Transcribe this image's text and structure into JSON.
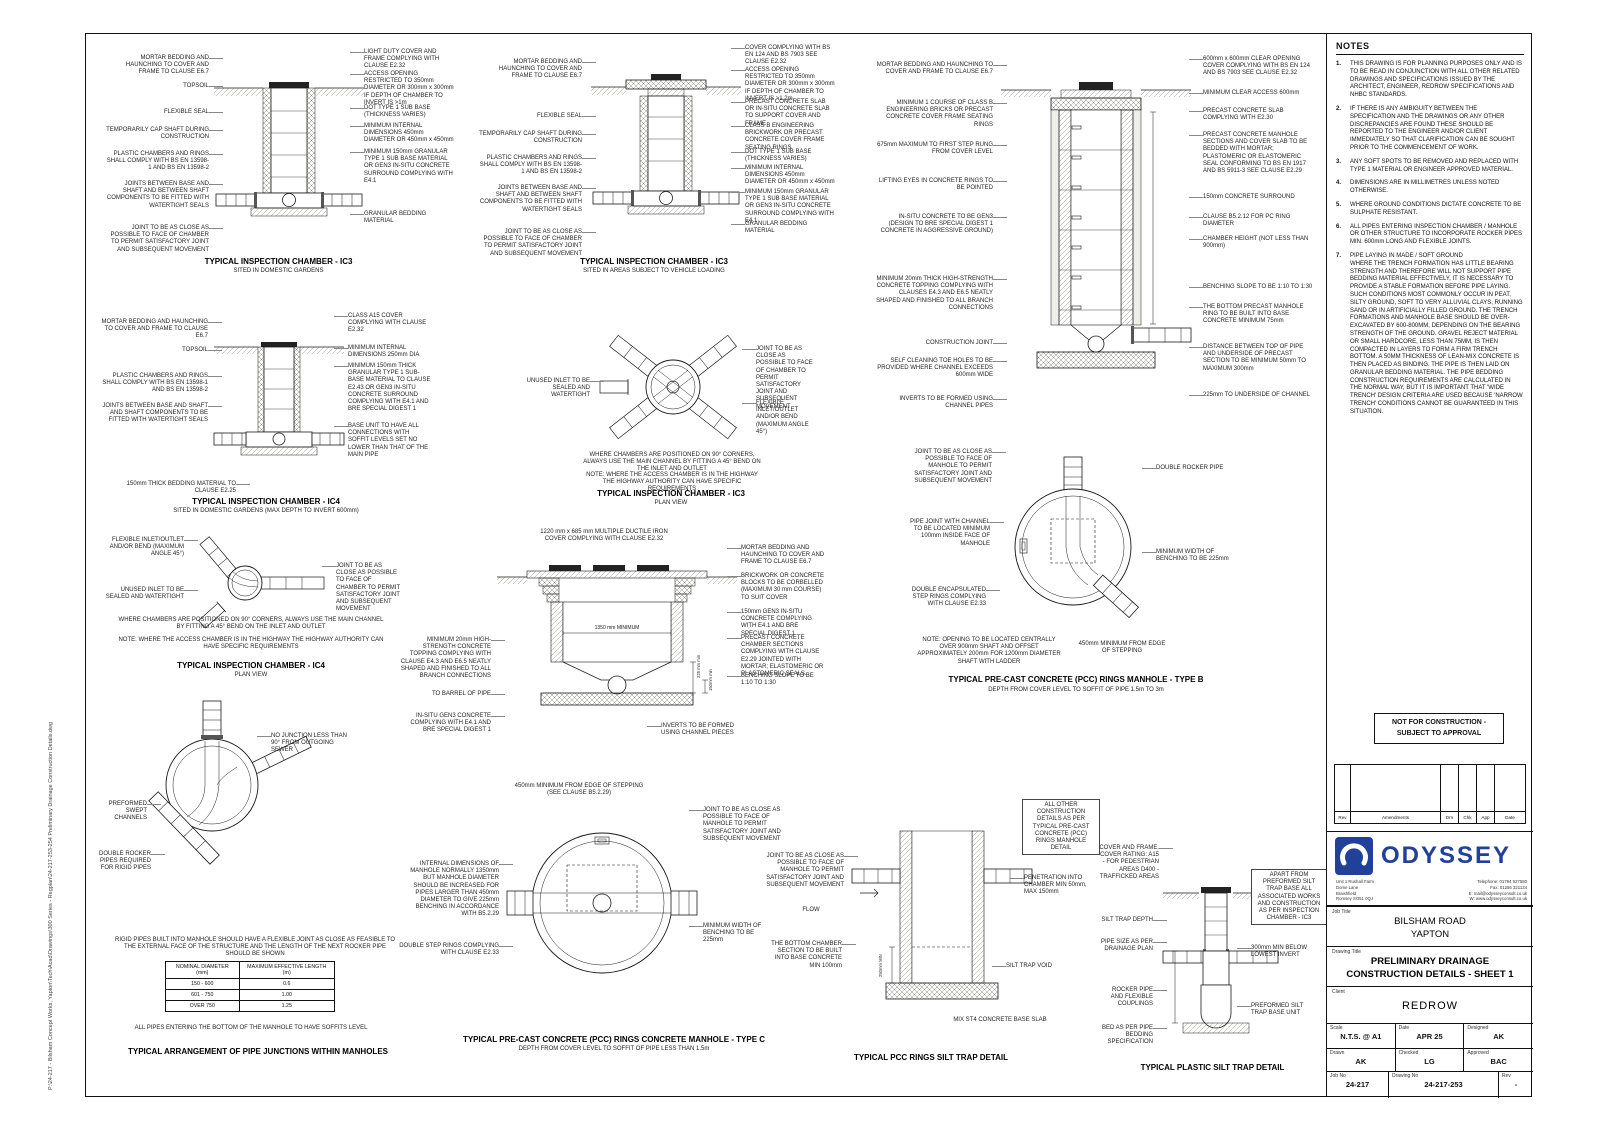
{
  "sheet": {
    "file_path": "P:\\24-217 - Bilsham Concept Works, Yapton\\Tech\\Acad\\Drawings\\300 Series - Regplan\\24-217-253-254 Preliminary Drainage Construction Details.dwg"
  },
  "notes": {
    "title": "NOTES",
    "items": [
      {
        "n": "1.",
        "text": "THIS DRAWING IS FOR PLANNING PURPOSES ONLY AND IS TO BE READ IN CONJUNCTION WITH ALL OTHER RELATED DRAWINGS AND SPECIFICATIONS ISSUED BY THE ARCHITECT, ENGINEER, REDROW SPECIFICATIONS AND NHBC STANDARDS."
      },
      {
        "n": "2.",
        "text": "IF THERE IS ANY AMBIGUITY BETWEEN THE SPECIFICATION AND THE DRAWINGS OR ANY OTHER DISCREPANCIES ARE FOUND THESE SHOULD BE REPORTED TO THE ENGINEER AND/OR CLIENT IMMEDIATELY SO THAT CLARIFICATION CAN BE SOUGHT PRIOR TO THE COMMENCEMENT OF WORK."
      },
      {
        "n": "3.",
        "text": "ANY SOFT SPOTS TO BE REMOVED AND REPLACED WITH TYPE 1 MATERIAL OR ENGINEER APPROVED MATERIAL."
      },
      {
        "n": "4.",
        "text": "DIMENSIONS ARE IN MILLIMETRES UNLESS NOTED OTHERWISE."
      },
      {
        "n": "5.",
        "text": "WHERE GROUND CONDITIONS DICTATE CONCRETE TO BE SULPHATE RESISTANT."
      },
      {
        "n": "6.",
        "text": "ALL PIPES ENTERING INSPECTION CHAMBER / MANHOLE OR OTHER STRUCTURE TO INCORPORATE ROCKER PIPES MIN. 600mm LONG AND FLEXIBLE JOINTS."
      },
      {
        "n": "7.",
        "text": "PIPE LAYING IN MADE / SOFT GROUND\nWHERE THE TRENCH FORMATION HAS LITTLE BEARING STRENGTH AND THEREFORE WILL NOT SUPPORT PIPE BEDDING MATERIAL EFFECTIVELY, IT IS NECESSARY TO PROVIDE A STABLE FORMATION BEFORE PIPE LAYING. SUCH CONDITIONS MOST COMMONLY OCCUR IN PEAT, SILTY GROUND, SOFT TO VERY ALLUVIAL CLAYS, RUNNING SAND OR IN ARTIFICIALLY FILLED GROUND. THE TRENCH FORMATIONS AND MANHOLE BASE SHOULD BE OVER-EXCAVATED BY 600-800MM, DEPENDING ON THE BEARING STRENGTH OF THE GROUND. GRAVEL REJECT MATERIAL OR SMALL HARDCORE, LESS THAN 75MM, IS THEN COMPACTED IN LAYERS TO FORM A FIRM TRENCH BOTTOM. A 50MM THICKNESS OF LEAN-MIX CONCRETE IS THEN PLACED AS BINDING. THE PIPE IS THEN LAID ON GRANULAR BEDDING MATERIAL. THE PIPE BEDDING CONSTRUCTION REQUIREMENTS ARE CALCULATED IN THE NORMAL WAY, BUT IT IS IMPORTANT THAT 'WIDE TRENCH' DESIGN CRITERIA ARE USED BECAUSE 'NARROW TRENCH' CONDITIONS CANNOT BE GUARANTEED IN THIS SITUATION."
      }
    ]
  },
  "stamp": {
    "line1": "NOT FOR CONSTRUCTION -",
    "line2": "SUBJECT TO APPROVAL"
  },
  "revisions": {
    "headers": [
      "Rev",
      "Amendments",
      "Drn",
      "Chk",
      "App",
      "Date"
    ]
  },
  "logo": {
    "name": "ODYSSEY",
    "brand_color": "#20409a",
    "address": [
      "Unit 1 Rushall Farm",
      "Dome Lane",
      "Braishfield",
      "Romsey SO51 0QJ"
    ],
    "contact": [
      "Telephone: 01794 527580",
      "Fax: 01256 321134",
      "E: mail@odysseyconsult.co.uk",
      "W: www.odysseyconsult.co.uk"
    ]
  },
  "titleblock": {
    "job_title_label": "Job Title",
    "job_title_1": "BILSHAM ROAD",
    "job_title_2": "YAPTON",
    "drawing_title_label": "Drawing Title",
    "drawing_title_1": "PRELIMINARY DRAINAGE",
    "drawing_title_2": "CONSTRUCTION DETAILS - SHEET 1",
    "client_label": "Client",
    "client": "REDROW",
    "scale_label": "Scale",
    "scale": "N.T.S. @ A1",
    "date_label": "Date",
    "date": "APR 25",
    "designed_label": "Designed",
    "designed": "AK",
    "drawn_label": "Drawn",
    "drawn": "AK",
    "checked_label": "Checked",
    "checked": "LG",
    "approved_label": "Approved",
    "approved": "BAC",
    "job_no_label": "Job No",
    "job_no": "24-217",
    "drawing_no_label": "Drawing No",
    "drawing_no": "24-217-253",
    "rev_label": "Rev",
    "rev": "-"
  },
  "details": {
    "ic3_gardens": {
      "title": "TYPICAL INSPECTION CHAMBER - IC3",
      "subtitle": "SITED IN DOMESTIC GARDENS",
      "ann": [
        "MORTAR BEDDING AND HAUNCHING TO COVER AND FRAME TO CLAUSE E6.7",
        "TOPSOIL",
        "FLEXIBLE SEAL",
        "TEMPORARILY CAP SHAFT DURING CONSTRUCTION",
        "PLASTIC CHAMBERS AND RINGS SHALL COMPLY WITH BS EN 13598-1 AND BS EN 13598-2",
        "JOINTS BETWEEN BASE AND SHAFT AND BETWEEN SHAFT COMPONENTS TO BE FITTED WITH WATERTIGHT SEALS",
        "JOINT TO BE AS CLOSE AS POSSIBLE TO FACE OF CHAMBER TO PERMIT SATISFACTORY JOINT AND SUBSEQUENT MOVEMENT",
        "LIGHT DUTY COVER AND FRAME COMPLYING WITH CLAUSE E2.32",
        "ACCESS OPENING RESTRICTED TO 350mm DIAMETER OR 300mm x 300mm IF DEPTH OF CHAMBER TO INVERT IS >1m",
        "DOT TYPE 1 SUB BASE (THICKNESS VARIES)",
        "MINIMUM INTERNAL DIMENSIONS 450mm DIAMETER OR 450mm x 450mm",
        "MINIMUM 150mm GRANULAR TYPE 1 SUB BASE MATERIAL OR GEN3 IN-SITU CONCRETE SURROUND COMPLYING WITH E4.1",
        "GRANULAR BEDDING MATERIAL"
      ]
    },
    "ic3_vehicle": {
      "title": "TYPICAL INSPECTION CHAMBER - IC3",
      "subtitle": "SITED IN AREAS SUBJECT TO VEHICLE LOADING",
      "ann": [
        "MORTAR BEDDING AND HAUNCHING TO COVER AND FRAME TO CLAUSE E6.7",
        "FLEXIBLE SEAL",
        "TEMPORARILY CAP SHAFT DURING CONSTRUCTION",
        "PLASTIC CHAMBERS AND RINGS SHALL COMPLY WITH BS EN 13598-1 AND BS EN 13598-2",
        "JOINTS BETWEEN BASE AND SHAFT AND BETWEEN SHAFT COMPONENTS TO BE FITTED WITH WATERTIGHT SEALS",
        "JOINT TO BE AS CLOSE AS POSSIBLE TO FACE OF CHAMBER TO PERMIT SATISFACTORY JOINT AND SUBSEQUENT MOVEMENT",
        "COVER COMPLYING WITH BS EN 124 AND BS 7903 SEE CLAUSE E2.32",
        "ACCESS OPENING RESTRICTED TO 350mm DIAMETER OR 300mm x 300mm IF DEPTH OF CHAMBER TO INVERT IS >1.2m",
        "PRECAST CONCRETE SLAB OR IN-SITU CONCRETE SLAB TO SUPPORT COVER AND FRAME",
        "CLASS B ENGINEERING BRICKWORK OR PRECAST CONCRETE COVER FRAME SEATING RINGS",
        "DOT TYPE 1 SUB BASE (THICKNESS VARIES)",
        "MINIMUM INTERNAL DIMENSIONS 450mm DIAMETER OR 450mm x 450mm",
        "MINIMUM 150mm GRANULAR TYPE 1 SUB BASE MATERIAL OR GEN3 IN-SITU CONCRETE SURROUND COMPLYING WITH E4.1",
        "GRANULAR BEDDING MATERIAL"
      ]
    },
    "mhb_section": {
      "ann": [
        "MORTAR BEDDING AND HAUNCHING TO COVER AND FRAME TO CLAUSE E6.7",
        "MINIMUM 1 COURSE OF CLASS B ENGINEERING BRICKS OR PRECAST CONCRETE COVER FRAME SEATING RINGS",
        "675mm MAXIMUM TO FIRST STEP RUNG FROM COVER LEVEL",
        "LIFTING EYES IN CONCRETE RINGS TO BE POINTED",
        "IN-SITU CONCRETE TO BE GEN3 (DESIGN TO BRE SPECIAL DIGEST 1 CONCRETE IN AGGRESSIVE GROUND)",
        "MINIMUM 20mm THICK HIGH-STRENGTH CONCRETE TOPPING COMPLYING WITH CLAUSES E4.3 AND E6.5 NEATLY SHAPED AND FINISHED TO ALL BRANCH CONNECTIONS",
        "CONSTRUCTION JOINT",
        "SELF CLEANING TOE HOLES TO BE PROVIDED WHERE CHANNEL EXCEEDS 600mm WIDE",
        "INVERTS TO BE FORMED USING CHANNEL PIPES",
        "600mm x 600mm CLEAR OPENING COVER COMPLYING WITH BS EN 124 AND BS 7903 SEE CLAUSE E2.32",
        "MINIMUM CLEAR ACCESS 600mm",
        "PRECAST CONCRETE SLAB COMPLYING WITH E2.30",
        "PRECAST CONCRETE MANHOLE SECTIONS AND COVER SLAB TO BE BEDDED WITH MORTAR; PLASTOMERIC OR ELASTOMERIC SEAL CONFORMING TO BS EN 1917 AND BS 5911-3 SEE CLAUSE E2.29",
        "150mm CONCRETE SURROUND",
        "CLAUSE B5.2.12 FOR PC RING DIAMETER",
        "CHAMBER HEIGHT (NOT LESS THAN 900mm)",
        "BENCHING SLOPE TO BE 1:10 TO 1:30",
        "THE BOTTOM PRECAST MANHOLE RING TO BE BUILT INTO BASE CONCRETE MINIMUM 75mm",
        "DISTANCE BETWEEN TOP OF PIPE AND UNDERSIDE OF PRECAST SECTION TO BE MINIMUM 50mm TO MAXIMUM 300mm",
        "225mm TO UNDERSIDE OF CHANNEL"
      ]
    },
    "ic4_section": {
      "title": "TYPICAL INSPECTION CHAMBER - IC4",
      "subtitle": "SITED IN DOMESTIC GARDENS (MAX DEPTH TO INVERT 600mm)",
      "ann": [
        "MORTAR BEDDING AND HAUNCHING TO COVER AND FRAME TO CLAUSE E6.7",
        "TOPSOIL",
        "PLASTIC CHAMBERS AND RINGS SHALL COMPLY WITH BS EN 13598-1 AND BS EN 13598-2",
        "JOINTS BETWEEN BASE AND SHAFT AND SHAFT COMPONENTS TO BE FITTED WITH WATERTIGHT SEALS",
        "CLASS A15 COVER COMPLYING WITH CLAUSE E2.32",
        "MINIMUM INTERNAL DIMENSIONS 250mm DIA",
        "MINIMUM 150mm THICK GRANULAR TYPE 1 SUB-BASE MATERIAL TO CLAUSE E2.43 OR GEN3 IN-SITU CONCRETE SURROUND COMPLYING WITH E4.1 AND BRE SPECIAL DIGEST 1",
        "BASE UNIT TO HAVE ALL CONNECTIONS WITH SOFFIT LEVELS SET NO LOWER THAN THAT OF THE MAIN PIPE",
        "150mm THICK BEDDING MATERIAL TO CLAUSE E2.25"
      ]
    },
    "ic3_plan": {
      "title": "TYPICAL INSPECTION CHAMBER - IC3",
      "subtitle": "PLAN VIEW",
      "ann": [
        "UNUSED INLET TO BE SEALED AND WATERTIGHT",
        "JOINT TO BE AS CLOSE AS POSSIBLE TO FACE OF CHAMBER TO PERMIT SATISFACTORY JOINT AND SUBSEQUENT MOVEMENT",
        "FLEXIBLE INLET/OUTLET AND/OR BEND (MAXIMUM ANGLE 45°)",
        "WHERE CHAMBERS ARE POSITIONED ON 90° CORNERS, ALWAYS USE THE MAIN CHANNEL BY FITTING A 45° BEND ON THE INLET AND OUTLET",
        "NOTE:  WHERE THE ACCESS CHAMBER IS IN THE HIGHWAY THE HIGHWAY AUTHORITY CAN HAVE SPECIFIC REQUIREMENTS"
      ]
    },
    "ic4_plan": {
      "title": "TYPICAL INSPECTION CHAMBER - IC4",
      "subtitle": "PLAN VIEW",
      "ann": [
        "FLEXIBLE INLET/OUTLET AND/OR BEND (MAXIMUM ANGLE 45°)",
        "JOINT TO BE AS CLOSE AS POSSIBLE TO FACE OF CHAMBER TO PERMIT SATISFACTORY JOINT AND SUBSEQUENT MOVEMENT",
        "UNUSED INLET TO BE SEALED AND WATERTIGHT",
        "WHERE CHAMBERS ARE POSITIONED ON 90° CORNERS, ALWAYS USE THE MAIN CHANNEL BY FITTING A 45° BEND ON THE INLET AND OUTLET",
        "NOTE:  WHERE THE ACCESS CHAMBER IS IN THE HIGHWAY THE HIGHWAY AUTHORITY CAN HAVE SPECIFIC REQUIREMENTS"
      ]
    },
    "mhc_section": {
      "ann": [
        "1220 mm x 685 mm MULTIPLE DUCTILE IRON COVER COMPLYING WITH CLAUSE E2.32",
        "MORTAR BEDDING AND HAUNCHING TO COVER AND FRAME TO CLAUSE E6.7",
        "BRICKWORK OR CONCRETE BLOCKS TO BE CORBELLED (MAXIMUM 30 mm COURSE) TO SUIT COVER",
        "150mm GEN3 IN-SITU CONCRETE COMPLYING WITH E4.1 AND BRE SPECIAL DIGEST 1",
        "PRECAST CONCRETE CHAMBER SECTIONS COMPLYING WITH CLAUSE E2.29 JOINTED WITH MORTAR; ELASTOMERIC OR PLASTOMERIC SEALS.",
        "BENCHING SLOPE TO BE 1:10 TO 1:30",
        "INVERTS TO BE FORMED USING CHANNEL PIECES",
        "MINIMUM 20mm HIGH-STRENGTH CONCRETE TOPPING COMPLYING WITH CLAUSE E4.3 AND E6.5 NEATLY SHAPED AND FINISHED TO ALL BRANCH CONNECTIONS",
        "TO BARREL OF PIPE",
        "IN-SITU GEN3 CONCRETE COMPLYING WITH E4.1 AND BRE SPECIAL DIGEST 1"
      ],
      "dims": {
        "w": "1350 mm MINIMUM",
        "d1": "225 mm min",
        "d2": "150mm min"
      }
    },
    "mhb_plan": {
      "title": "TYPICAL PRE-CAST CONCRETE (PCC) RINGS MANHOLE - TYPE B",
      "subtitle": "DEPTH FROM COVER LEVEL TO SOFFIT OF PIPE 1.5m TO 3m",
      "ann": [
        "JOINT TO BE AS CLOSE AS POSSIBLE TO FACE OF MANHOLE TO PERMIT SATISFACTORY JOINT AND SUBSEQUENT MOVEMENT",
        "DOUBLE ROCKER PIPE",
        "PIPE JOINT WITH CHANNEL TO BE LOCATED MINIMUM 100mm INSIDE FACE OF MANHOLE",
        "MINIMUM WIDTH OF BENCHING TO BE 225mm",
        "DOUBLE ENCAPSULATED STEP RINGS COMPLYING WITH CLAUSE E2.33",
        "NOTE: OPENING TO BE LOCATED CENTRALLY OVER 900mm SHAFT AND OFFSET APPROXIMATELY 200mm FOR 1200mm DIAMETER SHAFT WITH LADDER",
        "450mm MINIMUM FROM EDGE OF STEPPING"
      ]
    },
    "junctions": {
      "title": "TYPICAL ARRANGEMENT OF PIPE JUNCTIONS WITHIN MANHOLES",
      "ann": [
        "NO JUNCTION LESS THAN 90° FROM OUTGOING SEWER",
        "PREFORMED SWEPT CHANNELS",
        "DOUBLE ROCKER PIPES REQUIRED FOR RIGID PIPES",
        "RIGID PIPES BUILT INTO MANHOLE SHOULD HAVE A FLEXIBLE JOINT AS CLOSE AS FEASIBLE TO THE EXTERNAL FACE OF THE STRUCTURE AND THE LENGTH OF THE NEXT ROCKER PIPE SHOULD BE SHOWN",
        "ALL PIPES ENTERING THE BOTTOM OF THE MANHOLE TO HAVE SOFFITS LEVEL"
      ],
      "table": {
        "headers": [
          "NOMINAL DIAMETER (mm)",
          "MAXIMUM EFFECTIVE LENGTH (m)"
        ],
        "rows": [
          [
            "150 - 600",
            "0.6"
          ],
          [
            "601 - 750",
            "1.00"
          ],
          [
            "OVER 750",
            "1.25"
          ]
        ]
      }
    },
    "mhc_plan": {
      "title": "TYPICAL PRE-CAST CONCRETE (PCC) RINGS CONCRETE MANHOLE - TYPE C",
      "subtitle": "DEPTH FROM COVER LEVEL TO SOFFIT OF PIPE LESS THAN 1.5m",
      "ann": [
        "450mm MINIMUM FROM EDGE OF STEPPING (SEE CLAUSE B5.2.29)",
        "INTERNAL DIMENSIONS OF MANHOLE NORMALLY 1350mm BUT MANHOLE DIAMETER SHOULD BE INCREASED FOR PIPES LARGER THAN 450mm DIAMETER TO GIVE 225mm BENCHING IN ACCORDANCE WITH B5.2.29",
        "JOINT TO BE AS CLOSE AS POSSIBLE TO FACE OF MANHOLE TO PERMIT SATISFACTORY JOINT AND SUBSEQUENT MOVEMENT",
        "DOUBLE STEP RINGS COMPLYING WITH CLAUSE E2.33",
        "MINIMUM WIDTH OF BENCHING TO BE 225mm"
      ]
    },
    "pcc_silt": {
      "title": "TYPICAL PCC RINGS SILT TRAP DETAIL",
      "ann": [
        "ALL OTHER CONSTRUCTION DETAILS AS PER TYPICAL PRE-CAST CONCRETE (PCC) RINGS MANHOLE DETAIL",
        "JOINT TO BE AS CLOSE AS POSSIBLE TO FACE OF MANHOLE TO PERMIT SATISFACTORY JOINT AND SUBSEQUENT MOVEMENT",
        "PENETRATION INTO CHAMBER MIN 50mm, MAX 150mm",
        "FLOW",
        "THE BOTTOM CHAMBER SECTION TO BE BUILT INTO BASE CONCRETE MIN 100mm",
        "SILT TRAP VOID",
        "MIX ST4 CONCRETE BASE SLAB"
      ],
      "dim": "250mm MIN"
    },
    "plastic_silt": {
      "title": "TYPICAL PLASTIC SILT TRAP DETAIL",
      "ann": [
        "COVER AND FRAME. COVER RATING: A15 - FOR PEDESTRIAN AREAS D400 - TRAFFICKED AREAS",
        "APART FROM PREFORMED SILT TRAP BASE ALL ASSOCIATED WORKS AND CONSTRUCTION AS PER INSPECTION CHAMBER - IC3",
        "SILT TRAP DEPTH",
        "PIPE SIZE AS PER DRAINAGE PLAN",
        "300mm MIN BELOW LOWEST INVERT",
        "ROCKER PIPE AND FLEXIBLE COUPLINGS",
        "PREFORMED SILT TRAP BASE UNIT",
        "BED AS PER PIPE BEDDING SPECIFICATION"
      ]
    }
  }
}
